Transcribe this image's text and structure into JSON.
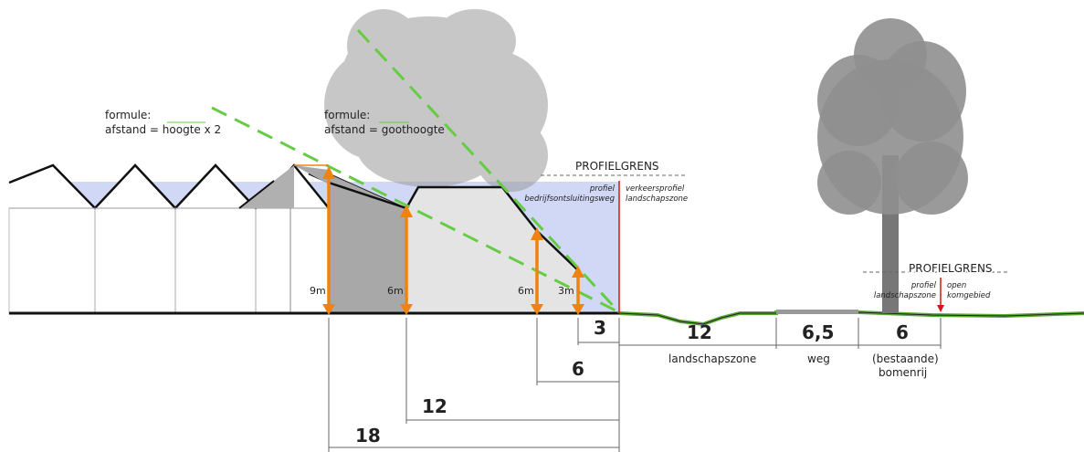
{
  "colors": {
    "accent_orange": "#f0820f",
    "formula_green": "#66cc44",
    "ground_green": "#5aa832",
    "limit_red": "#dd1111",
    "sky_blue": "#c9d1f5",
    "building_dark": "#a8a8a8",
    "building_light": "#e4e4e4"
  },
  "formulas": {
    "left_title": "formule:",
    "left_expr": "afstand = hoogte x 2",
    "right_title": "formule:",
    "right_expr": "afstand = goothoogte"
  },
  "profile_left": {
    "title": "PROFIELGRENS",
    "left_1": "profiel",
    "left_2": "bedrijfsontsluitingsweg",
    "right_1": "verkeersprofiel",
    "right_2": "landschapszone"
  },
  "profile_right": {
    "title": "PROFIELGRENS",
    "left_1": "profiel",
    "left_2": "landschapszone",
    "right_1": "open",
    "right_2": "komgebied"
  },
  "heights": {
    "h1": "9m",
    "h2": "6m",
    "h3": "6m",
    "h4": "3m"
  },
  "dimensions": {
    "d3": "3",
    "d6": "6",
    "d12": "12",
    "d18": "18",
    "zone_width": "12",
    "road_width": "6,5",
    "tree_width": "6"
  },
  "zones": {
    "landscape": "landschapszone",
    "road": "weg",
    "trees_1": "(bestaande)",
    "trees_2": "bomenrij"
  }
}
